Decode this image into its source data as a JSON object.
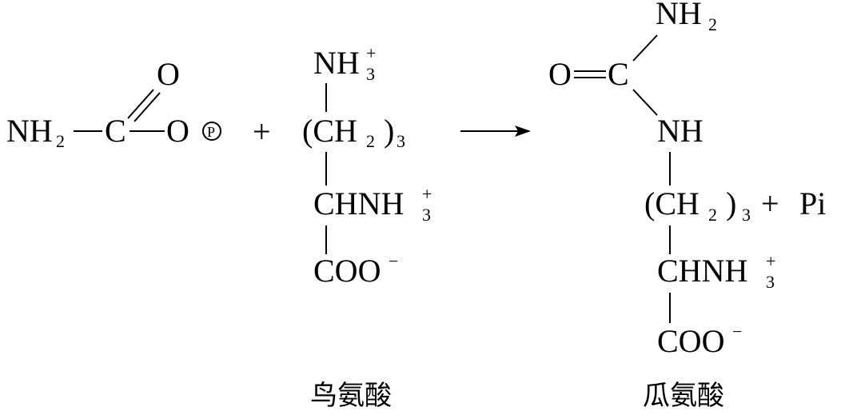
{
  "carbamoyl_phosphate": {
    "nh2": "NH",
    "nh2_sub": "2",
    "c": "C",
    "o_top": "O",
    "o_right": "O",
    "phosphate": "P"
  },
  "plus_reactants": "+",
  "ornithine": {
    "nh3": "NH",
    "nh3_sub": "3",
    "nh3_sup": "+",
    "ch2_open": "(CH",
    "ch2_sub": "2",
    "ch2_close": ")",
    "ch2_count": "3",
    "chnh3": "CHNH",
    "chnh3_sub": "3",
    "chnh3_sup": "+",
    "coo": "COO",
    "coo_sup": "−",
    "caption": "鸟氨酸"
  },
  "arrow": "→",
  "citrulline": {
    "nh2": "NH",
    "nh2_sub": "2",
    "o": "O",
    "c": "C",
    "nh": "NH",
    "ch2_open": "(CH",
    "ch2_sub": "2",
    "ch2_close": ")",
    "ch2_count": "3",
    "chnh3": "CHNH",
    "chnh3_sub": "3",
    "chnh3_sup": "+",
    "coo": "COO",
    "coo_sup": "−",
    "caption": "瓜氨酸"
  },
  "plus_products": "+",
  "pi": "Pi"
}
